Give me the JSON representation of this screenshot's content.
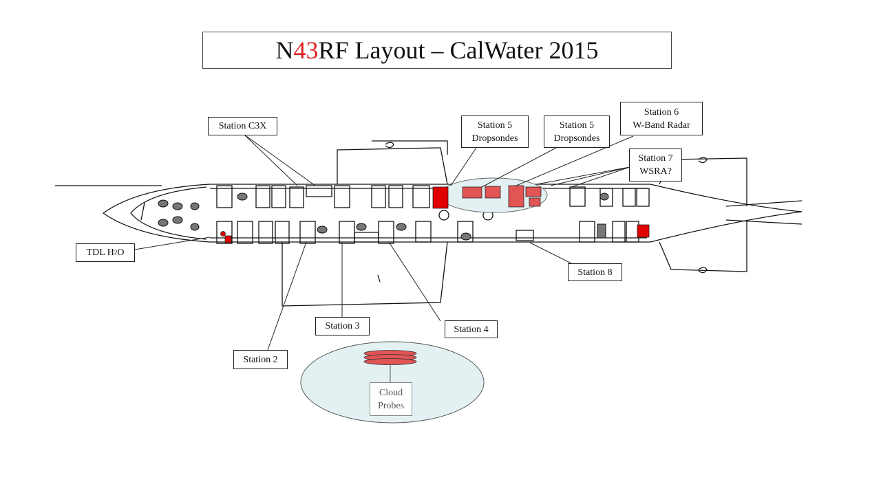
{
  "title": {
    "prefix": "N",
    "accent": "43",
    "suffix": "RF Layout – CalWater 2015",
    "accent_color": "#e02020"
  },
  "colors": {
    "instrument": "#e25555",
    "instrument_red": "#e00000",
    "highlight": "#e4f1f3"
  },
  "labels": {
    "station_c3x": "Station C3X",
    "station5a_line1": "Station 5",
    "station5a_line2": "Dropsondes",
    "station5b_line1": "Station 5",
    "station5b_line2": "Dropsondes",
    "station6_line1": "Station 6",
    "station6_line2": "W-Band Radar",
    "station7_line1": "Station 7",
    "station7_line2": "WSRA?",
    "tdl_prefix": "TDL H",
    "tdl_sub1": "2",
    "tdl_mid": "O",
    "station8": "Station 8",
    "station3": "Station 3",
    "station4": "Station 4",
    "station2": "Station 2",
    "cloud_line1": "Cloud",
    "cloud_line2": "Probes"
  }
}
